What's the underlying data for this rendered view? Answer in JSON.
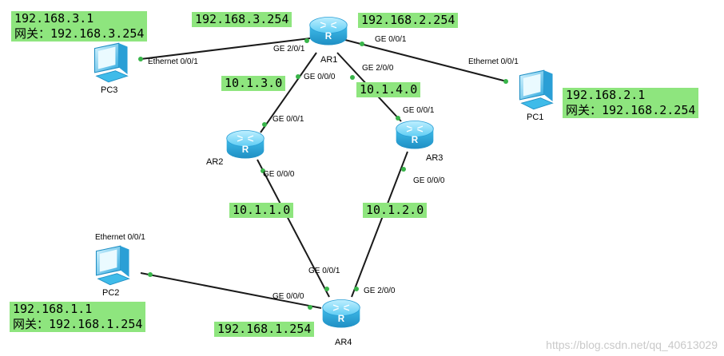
{
  "devices": {
    "ar1": {
      "label": "AR1"
    },
    "ar2": {
      "label": "AR2"
    },
    "ar3": {
      "label": "AR3"
    },
    "ar4": {
      "label": "AR4"
    },
    "pc1": {
      "label": "PC1"
    },
    "pc2": {
      "label": "PC2"
    },
    "pc3": {
      "label": "PC3"
    }
  },
  "ports": {
    "ar1_pc3": "GE 2/0/1",
    "pc3_ar1": "Ethernet 0/0/1",
    "ar1_pc1": "GE 0/0/1",
    "pc1_ar1": "Ethernet 0/0/1",
    "ar1_ar2": "GE 0/0/0",
    "ar2_ar1": "GE 0/0/1",
    "ar1_ar3": "GE 2/0/0",
    "ar3_ar1": "GE 0/0/1",
    "ar2_ar4": "GE 0/0/0",
    "ar4_ar2": "GE 0/0/1",
    "ar3_ar4": "GE 0/0/0",
    "ar4_ar3": "GE 2/0/0",
    "pc2_ar4": "Ethernet 0/0/1",
    "ar4_pc2": "GE 0/0/0"
  },
  "notes": {
    "pc3_ip": "192.168.3.1",
    "pc3_gw": "网关：192.168.3.254",
    "ar1_left": "192.168.3.254",
    "ar1_right": "192.168.2.254",
    "net_ar1_ar2": "10.1.3.0",
    "net_ar1_ar3": "10.1.4.0",
    "pc1_ip": "192.168.2.1",
    "pc1_gw": "网关：192.168.2.254",
    "net_ar2_ar4": "10.1.1.0",
    "net_ar3_ar4": "10.1.2.0",
    "pc2_ip": "192.168.1.1",
    "pc2_gw": "网关：192.168.1.254",
    "ar4_left": "192.168.1.254"
  },
  "watermark": "https://blog.csdn.net/qq_40613029",
  "colors": {
    "note_bg": "#8ee57e",
    "link": "#1a1a1a",
    "port_dot": "#39b54a",
    "router_body": "#36b6e8",
    "pc_body": "#4fc3f0"
  }
}
